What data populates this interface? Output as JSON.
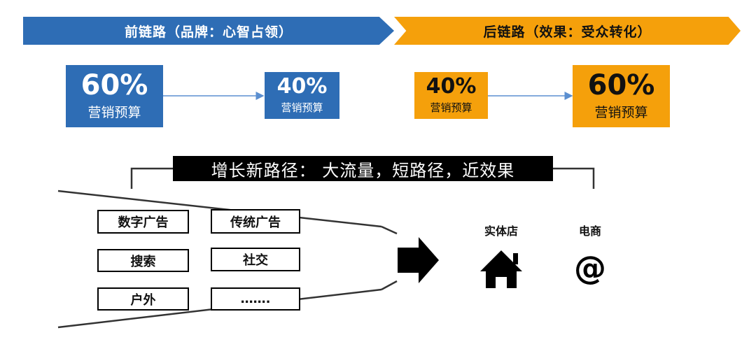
{
  "banners": {
    "front": "前链路（品牌：心智占领）",
    "back": "后链路（效果：受众转化）"
  },
  "budgets": [
    {
      "pct": "60%",
      "label": "营销预算"
    },
    {
      "pct": "40%",
      "label": "营销预算"
    },
    {
      "pct": "40%",
      "label": "营销预算"
    },
    {
      "pct": "60%",
      "label": "营销预算"
    }
  ],
  "growth_title": "增长新路径： 大流量，短路径，近效果",
  "channels": [
    "数字广告",
    "传统广告",
    "搜索",
    "社交",
    "户外",
    "……."
  ],
  "destinations": {
    "store_label": "实体店",
    "ecommerce_label": "电商",
    "ecommerce_symbol": "@"
  },
  "colors": {
    "front_blue": "#2E6DB5",
    "back_orange": "#F5A00B",
    "title_black": "#000000"
  },
  "icons": [
    "house-icon",
    "right-arrow-icon",
    "at-icon"
  ]
}
